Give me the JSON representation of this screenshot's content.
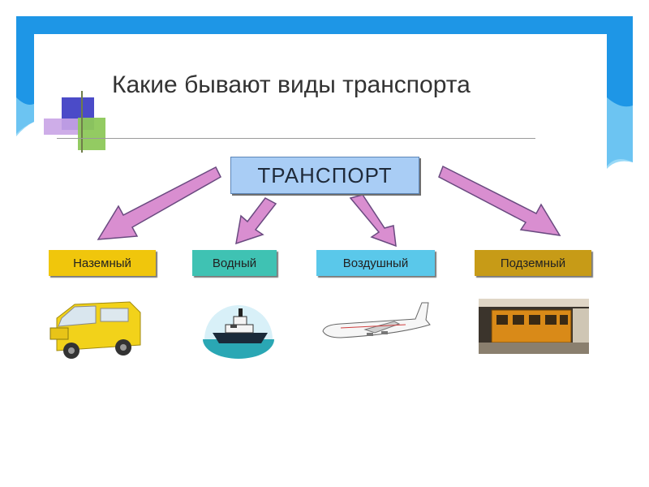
{
  "colors": {
    "frame": "#1e96e6",
    "frame_light": "#7fd0f5",
    "arrow_fill": "#d98ed0",
    "arrow_stroke": "#6a4a80",
    "root_box": "#a9cdf5"
  },
  "header": {
    "title": "Какие бывают виды транспорта"
  },
  "diagram": {
    "root": "ТРАНСПОРТ",
    "categories": [
      {
        "label": "Наземный",
        "color": "#f0c60c",
        "illustration": "van-icon"
      },
      {
        "label": "Водный",
        "color": "#3fc2b3",
        "illustration": "ship-icon"
      },
      {
        "label": "Воздушный",
        "color": "#5ac8ea",
        "illustration": "airplane-icon"
      },
      {
        "label": "Подземный",
        "color": "#c79b17",
        "illustration": "subway-train-icon"
      }
    ]
  }
}
